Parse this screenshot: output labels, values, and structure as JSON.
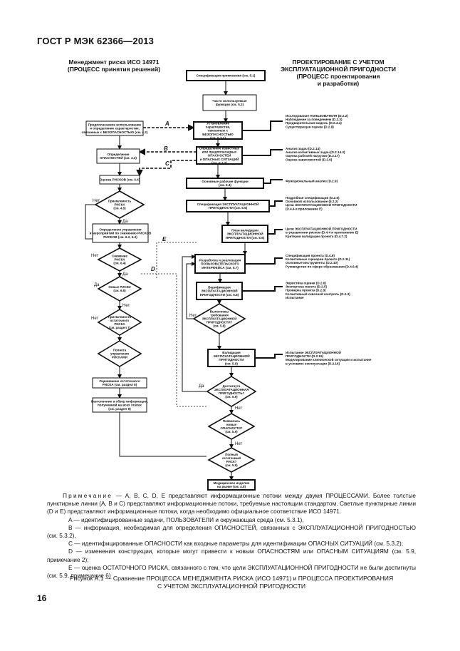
{
  "header": {
    "doc_id": "ГОСТ Р МЭК 62366—2013"
  },
  "left_title": [
    "Менеджмент риска ИСО 14971",
    "(ПРОЦЕСС принятия решений)"
  ],
  "right_title": [
    "ПРОЕКТИРОВАНИЕ С УЧЕТОМ",
    "ЭКСПЛУАТАЦИОННОЙ ПРИГОДНОСТИ",
    "(ПРОЦЕСС проектирования",
    "и разработки)"
  ],
  "boxes": {
    "spec": [
      "Спецификация применения (см. 5.1)"
    ],
    "freq_func": [
      "Часто используемые",
      "функции (см. 5.2)"
    ],
    "identify": [
      "Установление",
      "характеристик,",
      "связанных с",
      "БЕЗОПАСНОСТЬЮ",
      "(см. 5.3.1)"
    ],
    "intended_use": [
      "Предполагаемое использование",
      "и определение характеристик,",
      "связанных с БЕЗОПАСНОСТЬЮ (см. 4.2)"
    ],
    "known_hazards": [
      "Определение известных",
      "или предполагаемых",
      "ОПАСНОСТЕЙ",
      "и ОПАСНЫХ СИТУАЦИЙ",
      "(см. 5.3.2)"
    ],
    "id_hazards": [
      "Определение",
      "ОПАСНОСТЕЙ (см. 4.3)"
    ],
    "primary_func": [
      "Основные рабочие функции",
      "(см. 5.4)"
    ],
    "risk_est": [
      "Оценка РИСКОВ (см. 4.4)"
    ],
    "spec_usability": [
      "Спецификация ЭКСПЛУАТАЦИОННОЙ",
      "ПРИГОДНОСТИ (см. 5.5)"
    ],
    "plan_valid": [
      "План валидации",
      "ЭКСПЛУАТАЦИОННОЙ",
      "ПРИГОДНОСТИ (см. 5.6)"
    ],
    "risk_control": [
      "Определение управления",
      "и мероприятий по снижению РИСКОВ",
      "РИСКОВ (см. 6.2, 6.3)"
    ],
    "design_ui": [
      "Разработка и реализация",
      "ПОЛЬЗОВАТЕЛЬСКОГО",
      "ИНТЕРФЕЙСА (см. 5.7)"
    ],
    "verification": [
      "Верификация",
      "ЭКСПЛУАТАЦИОННОЙ",
      "ПРИГОДНОСТИ (см. 5.8)"
    ],
    "validation": [
      "Валидация",
      "ЭКСПЛУАТАЦИОННОЙ",
      "ПРИГОДНОСТИ",
      "(см. 5.9)"
    ],
    "residual_eval": [
      "Оценивание остаточного",
      "РИСКА (см. раздел 6)"
    ],
    "report": [
      "Выполнение и обзор информации,",
      "полученной на всех этапах",
      "(см. раздел 8)"
    ],
    "final": [
      "Медицинское изделие",
      "на рынке (см. 4.8)"
    ]
  },
  "decisions": {
    "d_acceptable": [
      "Приемлемость",
      "РИСКА",
      "(см. 4.5)"
    ],
    "d_reduce": [
      "Снижение",
      "РИСКА",
      "(см. 6.4)"
    ],
    "d_new_risks": [
      "Новые РИСКИ",
      "(см. 6.6)"
    ],
    "d_overall": [
      "Приемлемость",
      "остаточного",
      "РИСКА",
      "(см. раздел 7)"
    ],
    "d_all": [
      "Полнота",
      "управления",
      "РИСКАМИ"
    ],
    "d_verif_ok": [
      "Выполнены",
      "требования",
      "ЭКСПЛУАТАЦИОННОЙ",
      "ПРИГОДНОСТИ?",
      "(см. 5.8)"
    ],
    "d_valid_ok": [
      "Достигнута",
      "ЭКСПЛУАТАЦИОННАЯ",
      "ПРИГОДНОСТЬ?",
      "(см. 5.9)"
    ],
    "d_new_hazard": [
      "Появились",
      "новые",
      "ОПАСНОСТИ?",
      "(см. 5.9)"
    ],
    "d_residual": [
      "Полный",
      "остаточный",
      "РИСК?",
      "(см. 5.9)"
    ]
  },
  "answers": {
    "yes": "Да",
    "no": "Нет"
  },
  "flow_letters": [
    "A",
    "B",
    "C",
    "D",
    "E"
  ],
  "right_notes": {
    "g1": [
      "Исследование ПОЛЬЗОВАТЕЛЯ (D.2.2)",
      "Наблюдение за поведением (D.2.3)",
      "Предварительная модель (D.2.4.4)",
      "Существующая оценка (D.2.8)"
    ],
    "g2": [
      "Анализ задач (D.2.14)",
      "Анализ когнитивных задач (D.2.14.3)",
      "Оценка рабочей нагрузки (D.2.17)",
      "Оценка зависимостей (D.2.9)"
    ],
    "g3": [
      "Функциональный анализ (D.2.9)"
    ],
    "g4": [
      "Подробная спецификация (D.2.6)",
      "Основной использование (5.2.2)",
      "Цели ЭКСПЛУАТАЦИОННОЙ ПРИГОДНОСТИ",
      "(D.4.4 и приложение E)"
    ],
    "g5": [
      "Цели ЭКСПЛУАТАЦИОННОЙ ПРИГОДНОСТИ",
      "в управлении риском (D.4.4 и приложение E)",
      "Критерии валидации проекта (D.4.7.2)"
    ],
    "g6": [
      "Спецификация проекта (D.4.8)",
      "Когнитивные сценарии проекта (D.2.11)",
      "Основные инструменты (D.2.10)",
      "Руководство по сфере образования (D.4.6.4)"
    ],
    "g7": [
      "Эвристика оценки (D.2.6)",
      "Экспертиза макета (D.2.5)",
      "Проверка проекта (D.2.8)",
      "Когнитивный сквозной контроль (D.2.3)",
      "Испытание"
    ],
    "g8": [
      "Испытание ЭКСПЛУАТАЦИОННОЙ",
      "ПРИГОДНОСТИ (D.2.19)",
      "Моделирование клинической ситуации и испытание",
      "в условиях эксплуатации (D.2.16)"
    ]
  },
  "notes": {
    "lead_word": "Примечание",
    "lead_rest": " — A, B, C, D, E представляют информационные потоки между двумя ПРОЦЕССАМИ. Более толстые пунктирные линии (A, B и C) представляют информационные потоки, требуемые настоящим стандартом. Светлые пунктирные линии (D и E) представляют информационные потоки, когда необходимо официальное соответствие ИСО 14971.",
    "a": "A — идентифицированные задачи, ПОЛЬЗОВАТЕЛИ и окружающая среда (см. 5.3.1),",
    "b": "B — информация, необходимая для определения ОПАСНОСТЕЙ, связанных с ЭКСПЛУАТАЦИОННОЙ ПРИГОДНОСТЬЮ (см. 5.3.2),",
    "c": "C — идентифицированные ОПАСНОСТИ как входные параметры для идентификации ОПАСНЫХ СИТУАЦИЙ (см. 5.3.2);",
    "d": "D — изменения конструкции, которые могут привести к новым ОПАСНОСТЯМ или ОПАСНЫМ СИТУАЦИЯМ (см. 5.9, примечание 2);",
    "e": "E — оценка ОСТАТОЧНОГО РИСКА, связанного с тем, что цели ЭКСПЛУАТАЦИОННОЙ ПРИГОДНОСТИ не были достигнуты (см. 5.9, примечание 6)"
  },
  "caption": [
    "Рисунок А.1 — Сравнение ПРОЦЕССА МЕНЕДЖМЕНТА РИСКА (ИСО 14971) и ПРОЦЕССА ПРОЕКТИРОВАНИЯ",
    "С УЧЕТОМ ЭКСПЛУАТАЦИОННОЙ ПРИГОДНОСТИ"
  ],
  "page_number": "16"
}
